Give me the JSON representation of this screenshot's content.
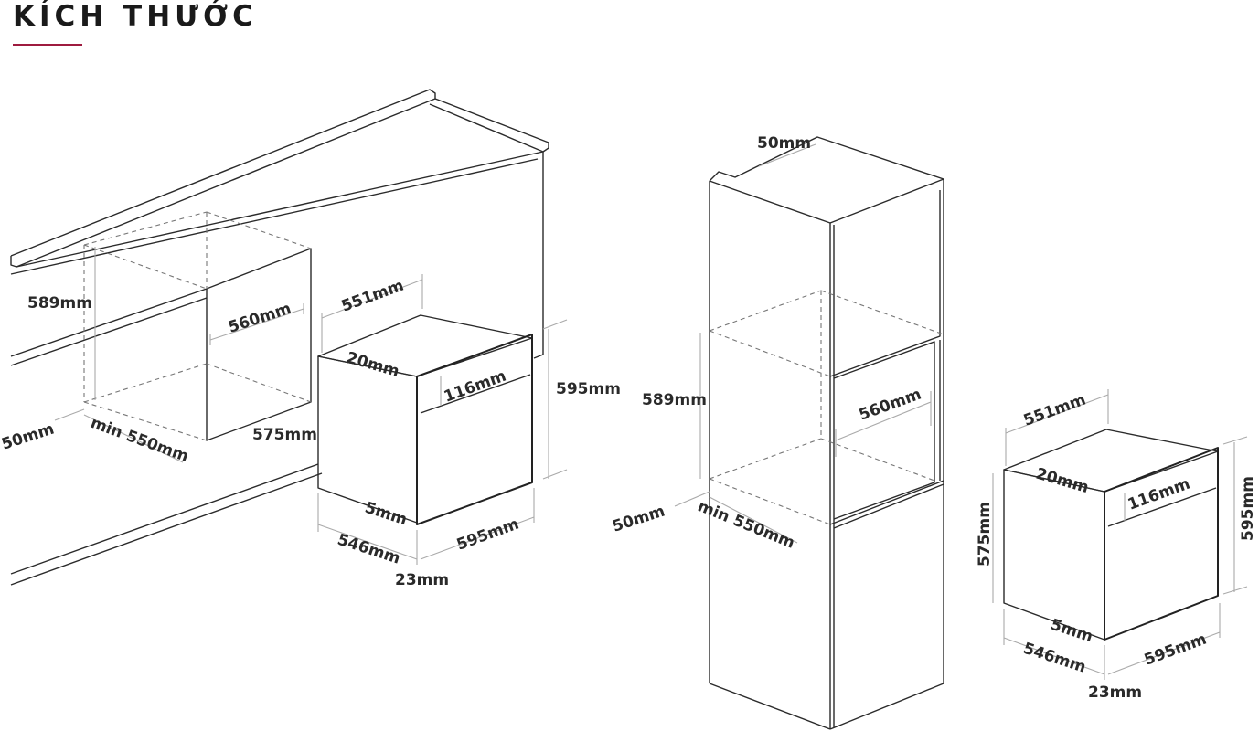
{
  "header": {
    "title": "KÍCH THƯỚC",
    "accent_color": "#9e1b3f"
  },
  "diagram_left": {
    "labels": {
      "niche_height": "589mm",
      "niche_width": "560mm",
      "base_depth": "50mm",
      "min_depth": "min 550mm",
      "oven_top_depth": "551mm",
      "panel_offset": "20mm",
      "control_panel_height": "116mm",
      "oven_front_height": "595mm",
      "oven_body_height": "575mm",
      "door_gap": "5mm",
      "oven_body_depth": "546mm",
      "oven_front_width": "595mm",
      "door_thickness": "23mm"
    }
  },
  "diagram_right": {
    "labels": {
      "top_vent": "50mm",
      "niche_height": "589mm",
      "niche_width": "560mm",
      "base_depth": "50mm",
      "min_depth": "min 550mm",
      "oven_top_depth": "551mm",
      "panel_offset": "20mm",
      "control_panel_height": "116mm",
      "oven_front_height": "595mm",
      "oven_body_height": "575mm",
      "door_gap": "5mm",
      "oven_body_depth": "546mm",
      "oven_front_width": "595mm",
      "door_thickness": "23mm"
    }
  }
}
